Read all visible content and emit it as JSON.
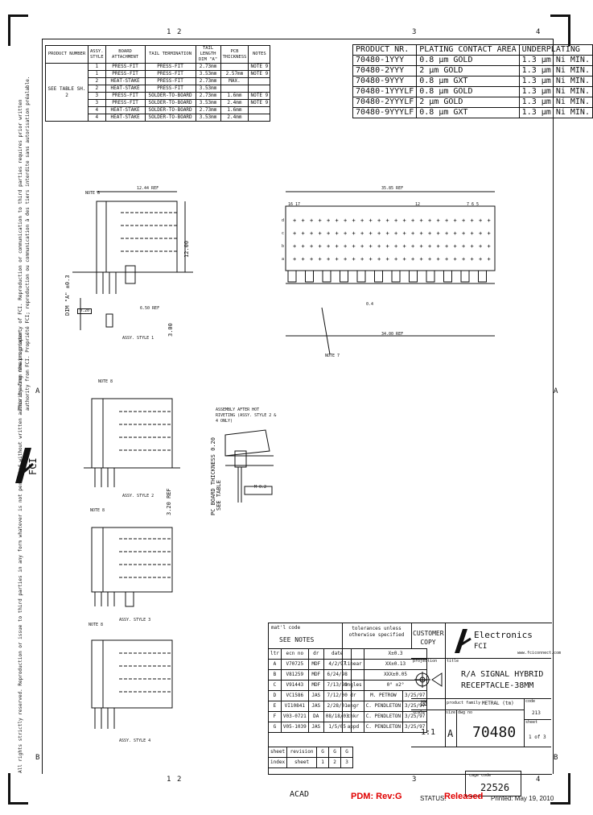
{
  "frame": {
    "zones_top": [
      "1",
      "2",
      "3",
      "4"
    ],
    "zones_side": [
      "A",
      "B"
    ],
    "zones_bottom": [
      "1",
      "2",
      "3",
      "4"
    ]
  },
  "side_notes": [
    "This drawing remains property of FCI. Reproduction or communication to third parties requires prior written",
    "authority from FCI. Propriété FCI; reproduction ou communication à des tiers interdite sans autorisation préalable.",
    "All rights strictly reserved. Reproduction or issue to third parties in any form whatever is not permitted without written authority from the proprietor."
  ],
  "side_logo": "FCI",
  "product_table": {
    "headers": [
      "PRODUCT NUMBER",
      "ASSY. STYLE",
      "BOARD ATTACHMENT",
      "TAIL TERMINATION",
      "TAIL LENGTH DIM \"A\"",
      "PCB THICKNESS",
      "NOTES"
    ],
    "group_label": "SEE TABLE SH. 2",
    "rows": [
      [
        "1",
        "PRESS-FIT",
        "PRESS-FIT",
        "2.73mm",
        "",
        "NOTE 9"
      ],
      [
        "1",
        "PRESS-FIT",
        "PRESS-FIT",
        "3.53mm",
        "2.57mm",
        "NOTE 9"
      ],
      [
        "2",
        "HEAT-STAKE",
        "PRESS-FIT",
        "2.73mm",
        "MAX.",
        ""
      ],
      [
        "2",
        "HEAT-STAKE",
        "PRESS-FIT",
        "3.53mm",
        "",
        ""
      ],
      [
        "3",
        "PRESS-FIT",
        "SOLDER-TO-BOARD",
        "2.73mm",
        "1.6mm",
        "NOTE 9"
      ],
      [
        "3",
        "PRESS-FIT",
        "SOLDER-TO-BOARD",
        "3.53mm",
        "2.4mm",
        "NOTE 9"
      ],
      [
        "4",
        "HEAT-STAKE",
        "SOLDER-TO-BOARD",
        "2.73mm",
        "1.6mm",
        ""
      ],
      [
        "4",
        "HEAT-STAKE",
        "SOLDER-TO-BOARD",
        "3.53mm",
        "2.4mm",
        ""
      ]
    ]
  },
  "plating_table": {
    "headers": [
      "PRODUCT NR.",
      "PLATING CONTACT AREA",
      "UNDERPLATING"
    ],
    "rows": [
      [
        "70480-1YYY",
        "0.8 µm GOLD",
        "1.3 µm Ni MIN."
      ],
      [
        "70480-2YYY",
        "2 µm GOLD",
        "1.3 µm Ni MIN."
      ],
      [
        "70480-9YYY",
        "0.8 µm GXT",
        "1.3 µm Ni MIN."
      ],
      [
        "70480-1YYYLF",
        "0.8 µm GOLD",
        "1.3 µm Ni MIN."
      ],
      [
        "70480-2YYYLF",
        "2 µm GOLD",
        "1.3 µm Ni MIN."
      ],
      [
        "70480-9YYYLF",
        "0.8 µm GXT",
        "1.3 µm Ni MIN."
      ]
    ]
  },
  "drawing_labels": {
    "note8_1": "NOTE 8",
    "dim_ref1": "12.44 REF",
    "dim_1": "12.00",
    "dim_650": "6.50 REF",
    "dim_a_label": "DIM \"A\" ±0.3",
    "dim_tol": "0.20",
    "dim_300": "3.00",
    "assy1": "ASSY. STYLE 1",
    "top_ref": "35.85 REF",
    "col_labels_left": "16  17",
    "col_label_mid": "12",
    "col_labels_right": "7  6  5",
    "rows": [
      "d",
      "c",
      "b",
      "a"
    ],
    "dim_04": "0.4",
    "dim_bottom": "34.00 REF",
    "note7": "NOTE 7",
    "note8_2": "NOTE 8",
    "assy2": "ASSY. STYLE 2",
    "assembly_note": "ASSEMBLY AFTER HOT RIVETING (ASSY. STYLE 2 & 4 ONLY)",
    "pc_board": "PC BOARD THICKNESS 0.20",
    "see_table": "SEE TABLE",
    "m002": "M 0.2",
    "dim_320": "3.20 REF",
    "note8_3": "NOTE 8",
    "assy3": "ASSY. STYLE 3",
    "note8_4": "NOTE 8",
    "assy4": "ASSY. STYLE 4"
  },
  "title_block": {
    "matl_code": "mat'l code",
    "see_notes": "SEE NOTES",
    "tolerances": "tolerances unless otherwise specified",
    "customer_copy": "CUSTOMER COPY",
    "brand": "Electronics",
    "brand_sub": "FCI",
    "website": "www.fciconnect.com",
    "rev_headers": [
      "ltr",
      "ecn no",
      "dr",
      "date"
    ],
    "revisions": [
      [
        "A",
        "V70725",
        "MDF",
        "4/2/97"
      ],
      [
        "B",
        "V81259",
        "MDF",
        "6/24/98"
      ],
      [
        "C",
        "V91443",
        "MDF",
        "7/13/99"
      ],
      [
        "D",
        "VC1586",
        "JAS",
        "7/12/00"
      ],
      [
        "E",
        "VI10841",
        "JAS",
        "2/28/01"
      ],
      [
        "F",
        "V03-0721",
        "DA",
        "08/18/03"
      ],
      [
        "G",
        "V05-1039",
        "JAS",
        "1/5/05"
      ]
    ],
    "tol_values": [
      "X±0.3",
      "XX±0.13",
      "XXX±0.05",
      "0° ±2°"
    ],
    "tol_labels": [
      "",
      "linear",
      "",
      "angles"
    ],
    "sign_roles": [
      "dr",
      "engr",
      "chkr",
      "appd"
    ],
    "sign_names": [
      "M. PETROW",
      "C. PENDLETON",
      "C. PENDLETON",
      "C. PENDLETON"
    ],
    "sign_dates": [
      "3/25/97",
      "3/25/97",
      "3/25/97",
      "3/25/97"
    ],
    "projection": "projection",
    "units": "MM",
    "scale_label": "scale",
    "scale": "1:1",
    "title_label": "title",
    "title_line1": "R/A SIGNAL HYBRID",
    "title_line2": "RECEPTACLE-38MM",
    "product_family_label": "product family",
    "product_family": "METRAL (tm)",
    "code_label": "code",
    "code": "213",
    "size_label": "size",
    "size": "A",
    "dwg_no_label": "dwg no",
    "dwg_no": "70480",
    "sheet_label": "sheet",
    "sheet": "1 of 3",
    "sheet_row_label": "sheet",
    "revision_label": "revision",
    "sheet_revisions": [
      "G",
      "G",
      "G"
    ],
    "sheet_nums": [
      "1",
      "2",
      "3"
    ],
    "index_label": "index",
    "cage_code_label": "cage code",
    "cage_code": "22526"
  },
  "footer": {
    "acad": "ACAD",
    "pdm": "PDM: Rev:G",
    "status_label": "STATUS:",
    "status": "Released",
    "printed": "Printed: May 19, 2010",
    "color_pdm": "#e00000"
  }
}
